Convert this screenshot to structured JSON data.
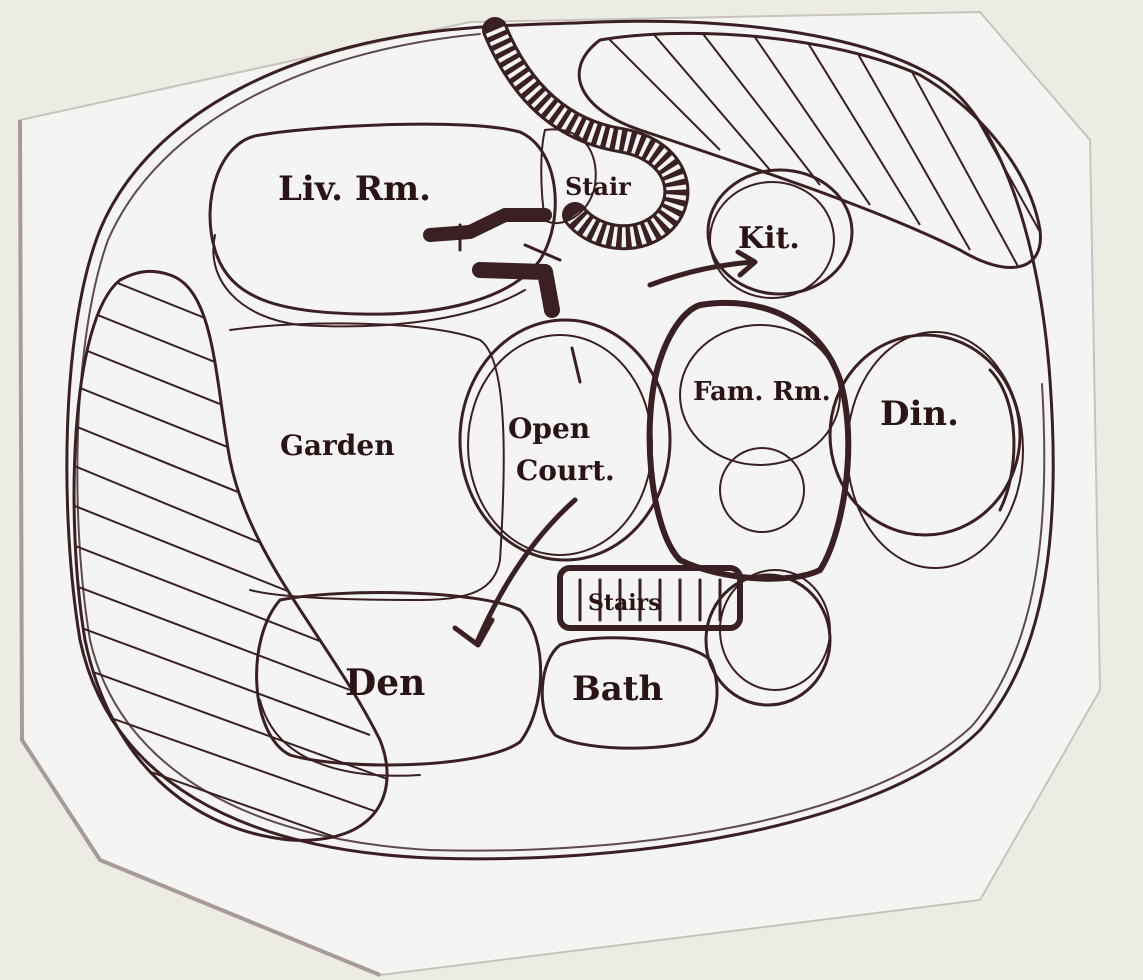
{
  "sketch": {
    "title": "",
    "rooms": {
      "living_room": "Liv. Rm.",
      "stair_upper": "Stair",
      "kitchen": "Kit.",
      "garden": "Garden",
      "open_court": "Open Court.",
      "family_room": "Fam. Rm.",
      "dining": "Din.",
      "stair_lower": "Stairs",
      "den": "Den",
      "bath": "Bath"
    }
  }
}
